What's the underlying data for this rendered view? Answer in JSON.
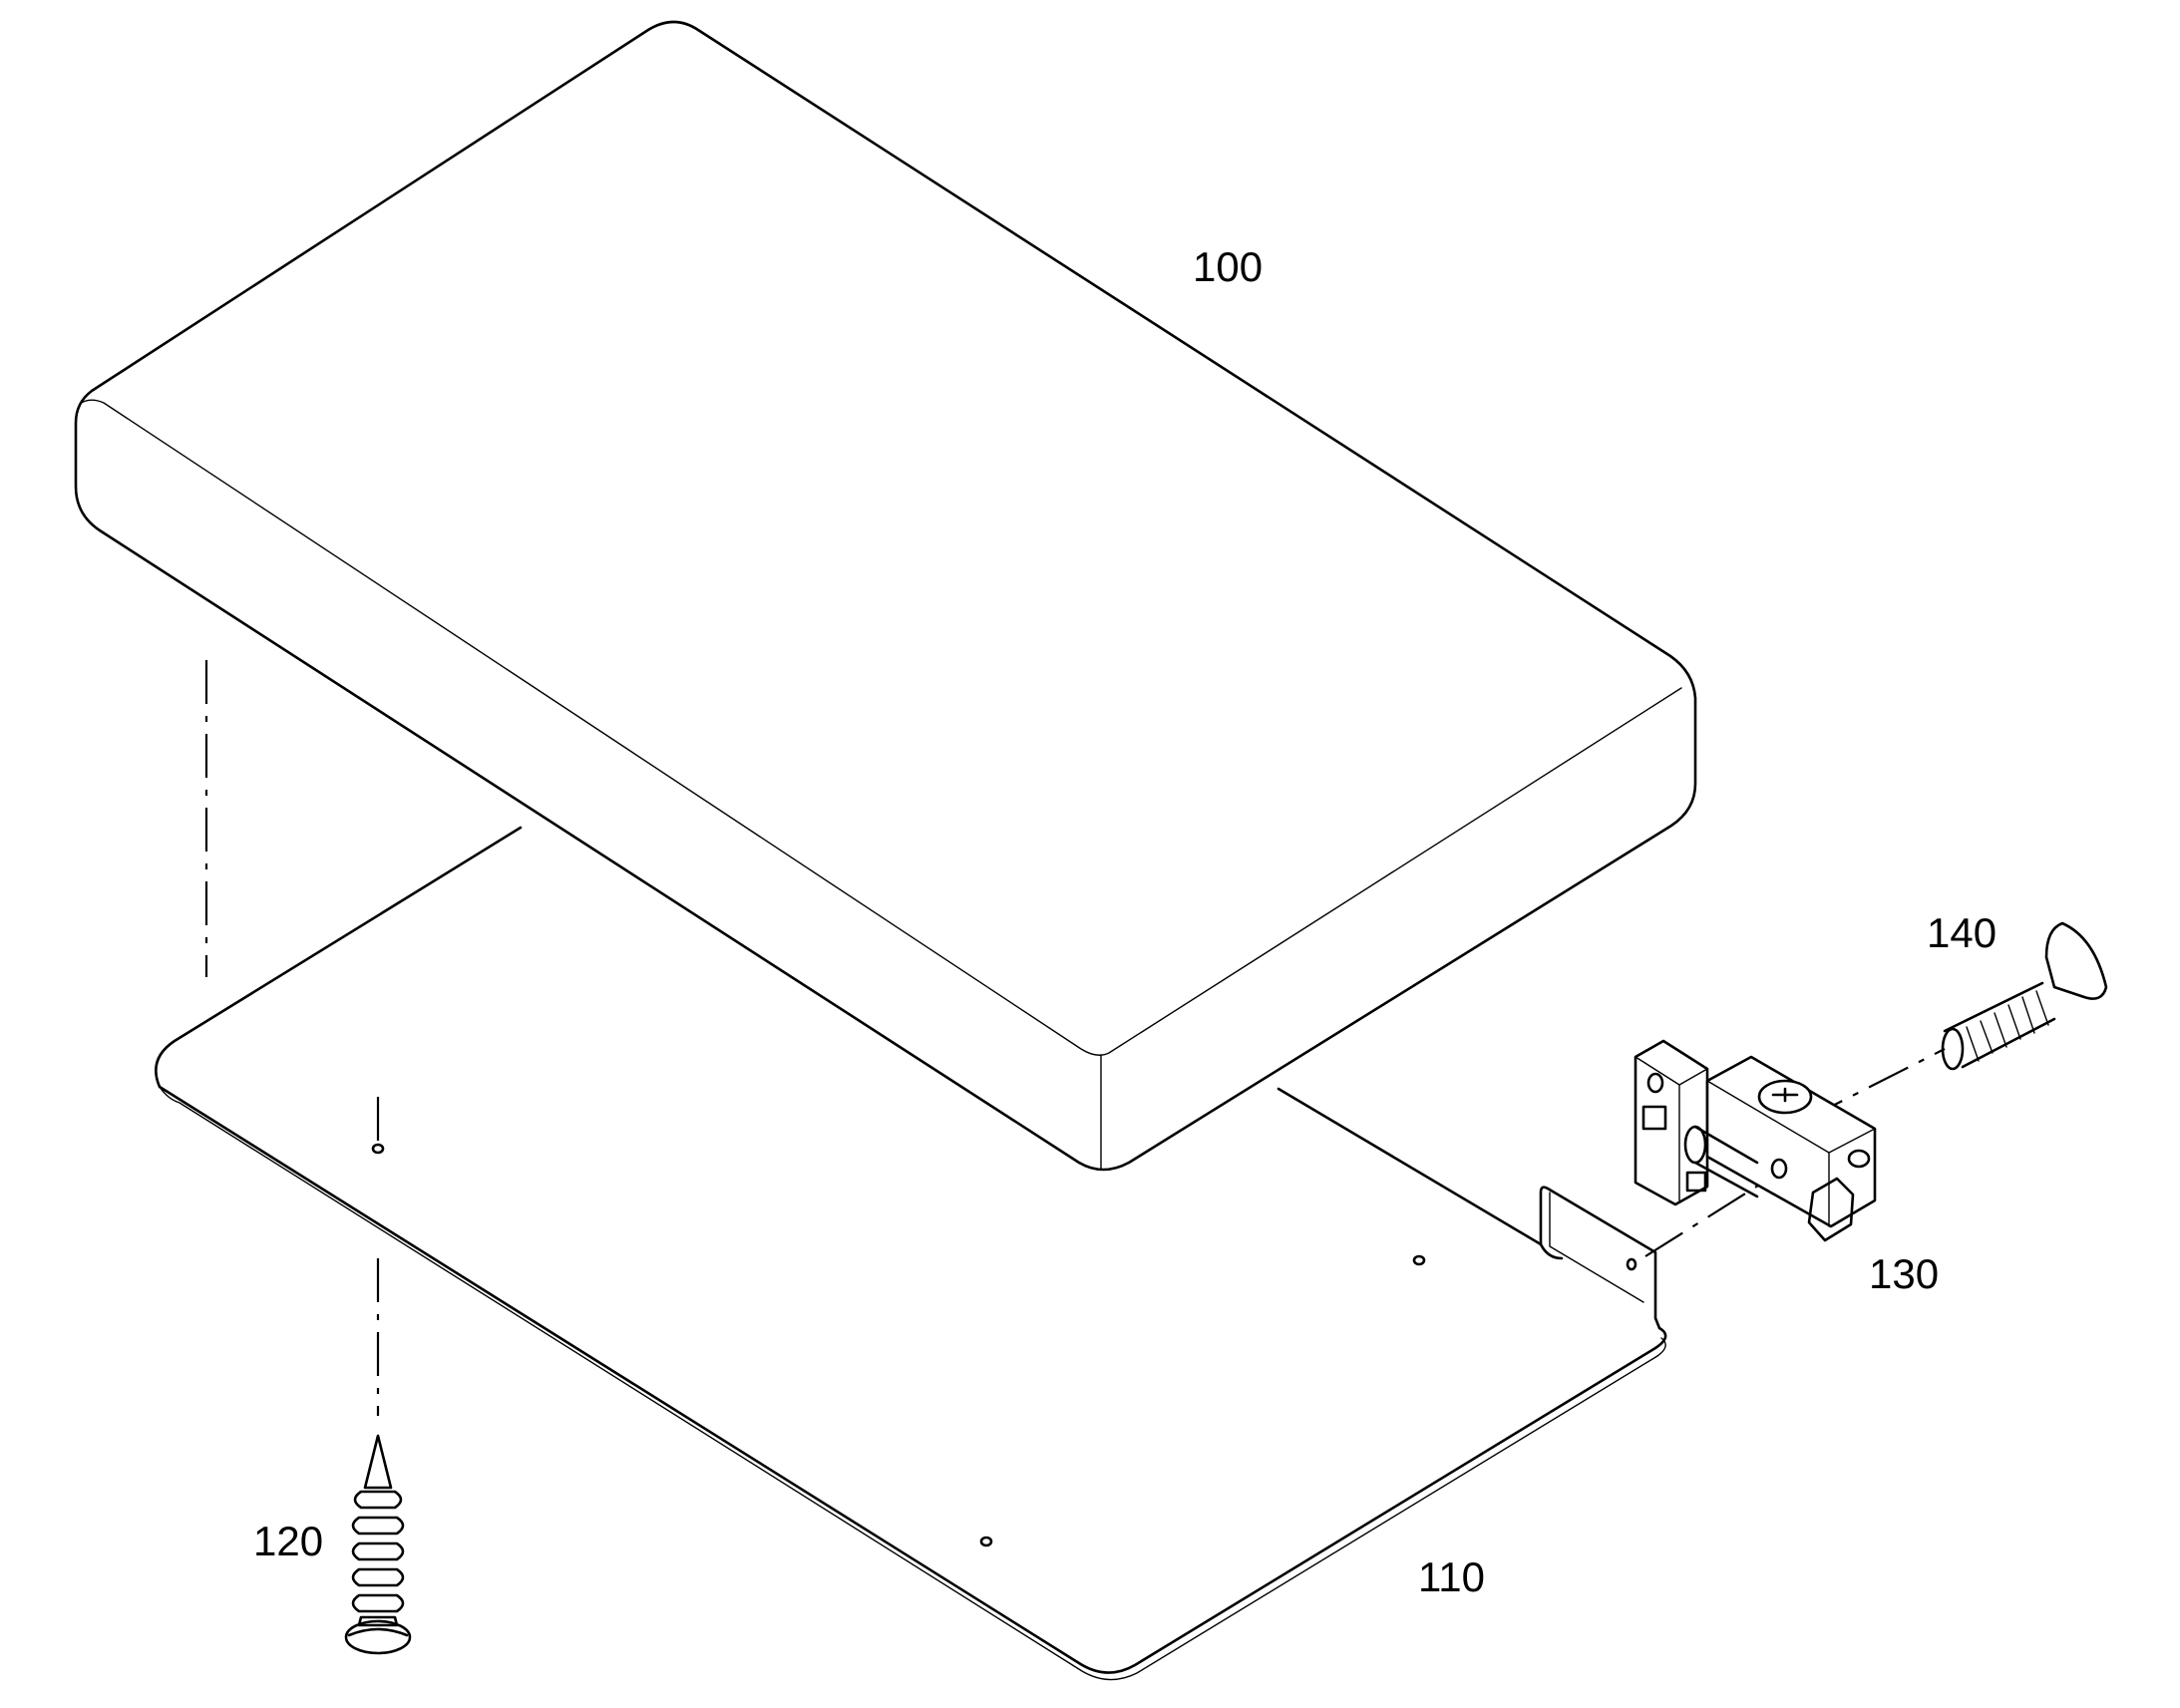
{
  "labels": {
    "top_cover": "100",
    "base_plate": "110",
    "wood_screw": "120",
    "bracket_assembly": "130",
    "machine_screw": "140"
  },
  "colors": {
    "line": "#000000",
    "background": "#ffffff"
  }
}
